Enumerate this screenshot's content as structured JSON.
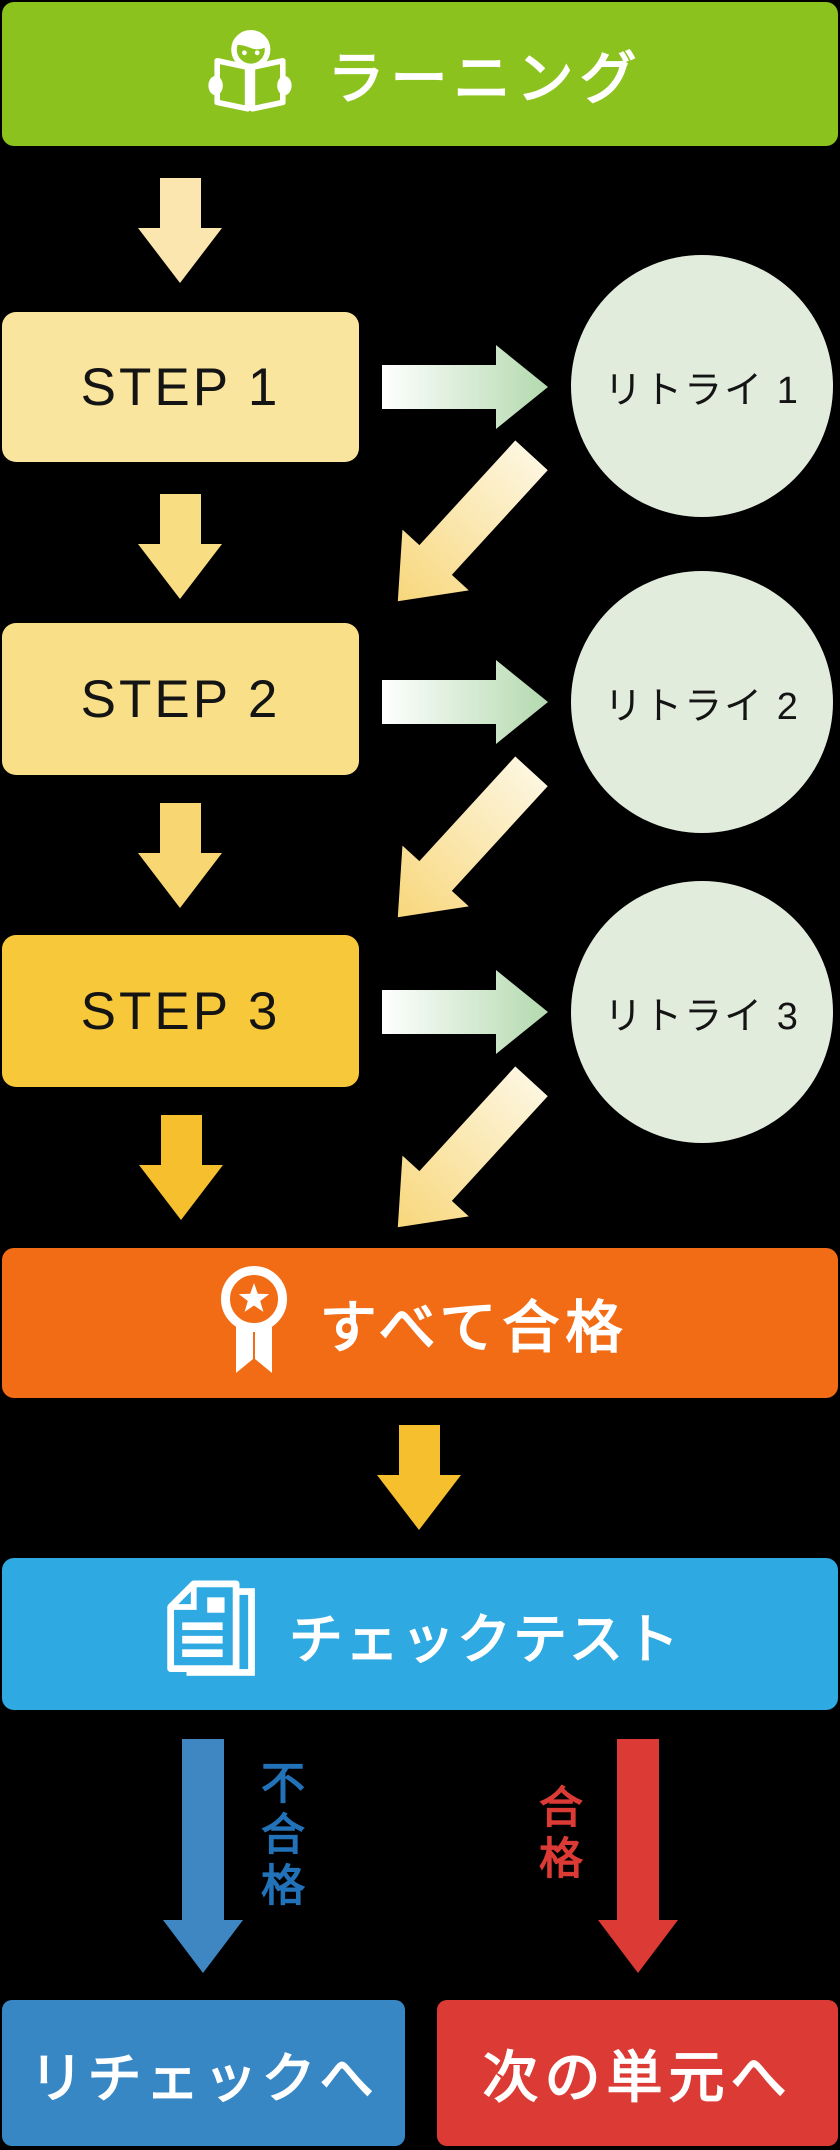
{
  "colors": {
    "bg": "#000000",
    "header-green": "#8CC21E",
    "step1-fill": "#FAE59E",
    "step2-fill": "#F9DF87",
    "step3-fill": "#F7C839",
    "arrow-top": "#FAE6AE",
    "arrow-mid1": "#F9DD82",
    "arrow-mid2": "#F8D671",
    "arrow-gold": "#F5BF2E",
    "retry-fill": "#E2ECDD",
    "green-arrow-start": "#FFFFFF",
    "green-arrow-end": "#B3D9AE",
    "diag-arrow-start": "#FDF6DF",
    "diag-arrow-end": "#F8D77C",
    "allpass-orange": "#F26C15",
    "checktest-blue": "#2FA9E1",
    "fail-arrow-blue": "#3F87C3",
    "fail-text-blue": "#2272B9",
    "recheck-blue": "#3787C4",
    "pass-red": "#DC3B35",
    "text-black": "#141414",
    "text-white": "#FFFFFF"
  },
  "header": {
    "label": "ラーニング",
    "icon": "reader-icon"
  },
  "steps": [
    {
      "label": "STEP 1",
      "retry": "リトライ 1"
    },
    {
      "label": "STEP 2",
      "retry": "リトライ 2"
    },
    {
      "label": "STEP 3",
      "retry": "リトライ 3"
    }
  ],
  "all_pass": {
    "label": "すべて合格",
    "icon": "medal-icon"
  },
  "check_test": {
    "label": "チェックテスト",
    "icon": "documents-icon"
  },
  "outcomes": {
    "fail": {
      "arrow_label": "不合格",
      "box_label": "リチェックへ"
    },
    "pass": {
      "arrow_label": "合格",
      "box_label": "次の単元へ"
    }
  }
}
